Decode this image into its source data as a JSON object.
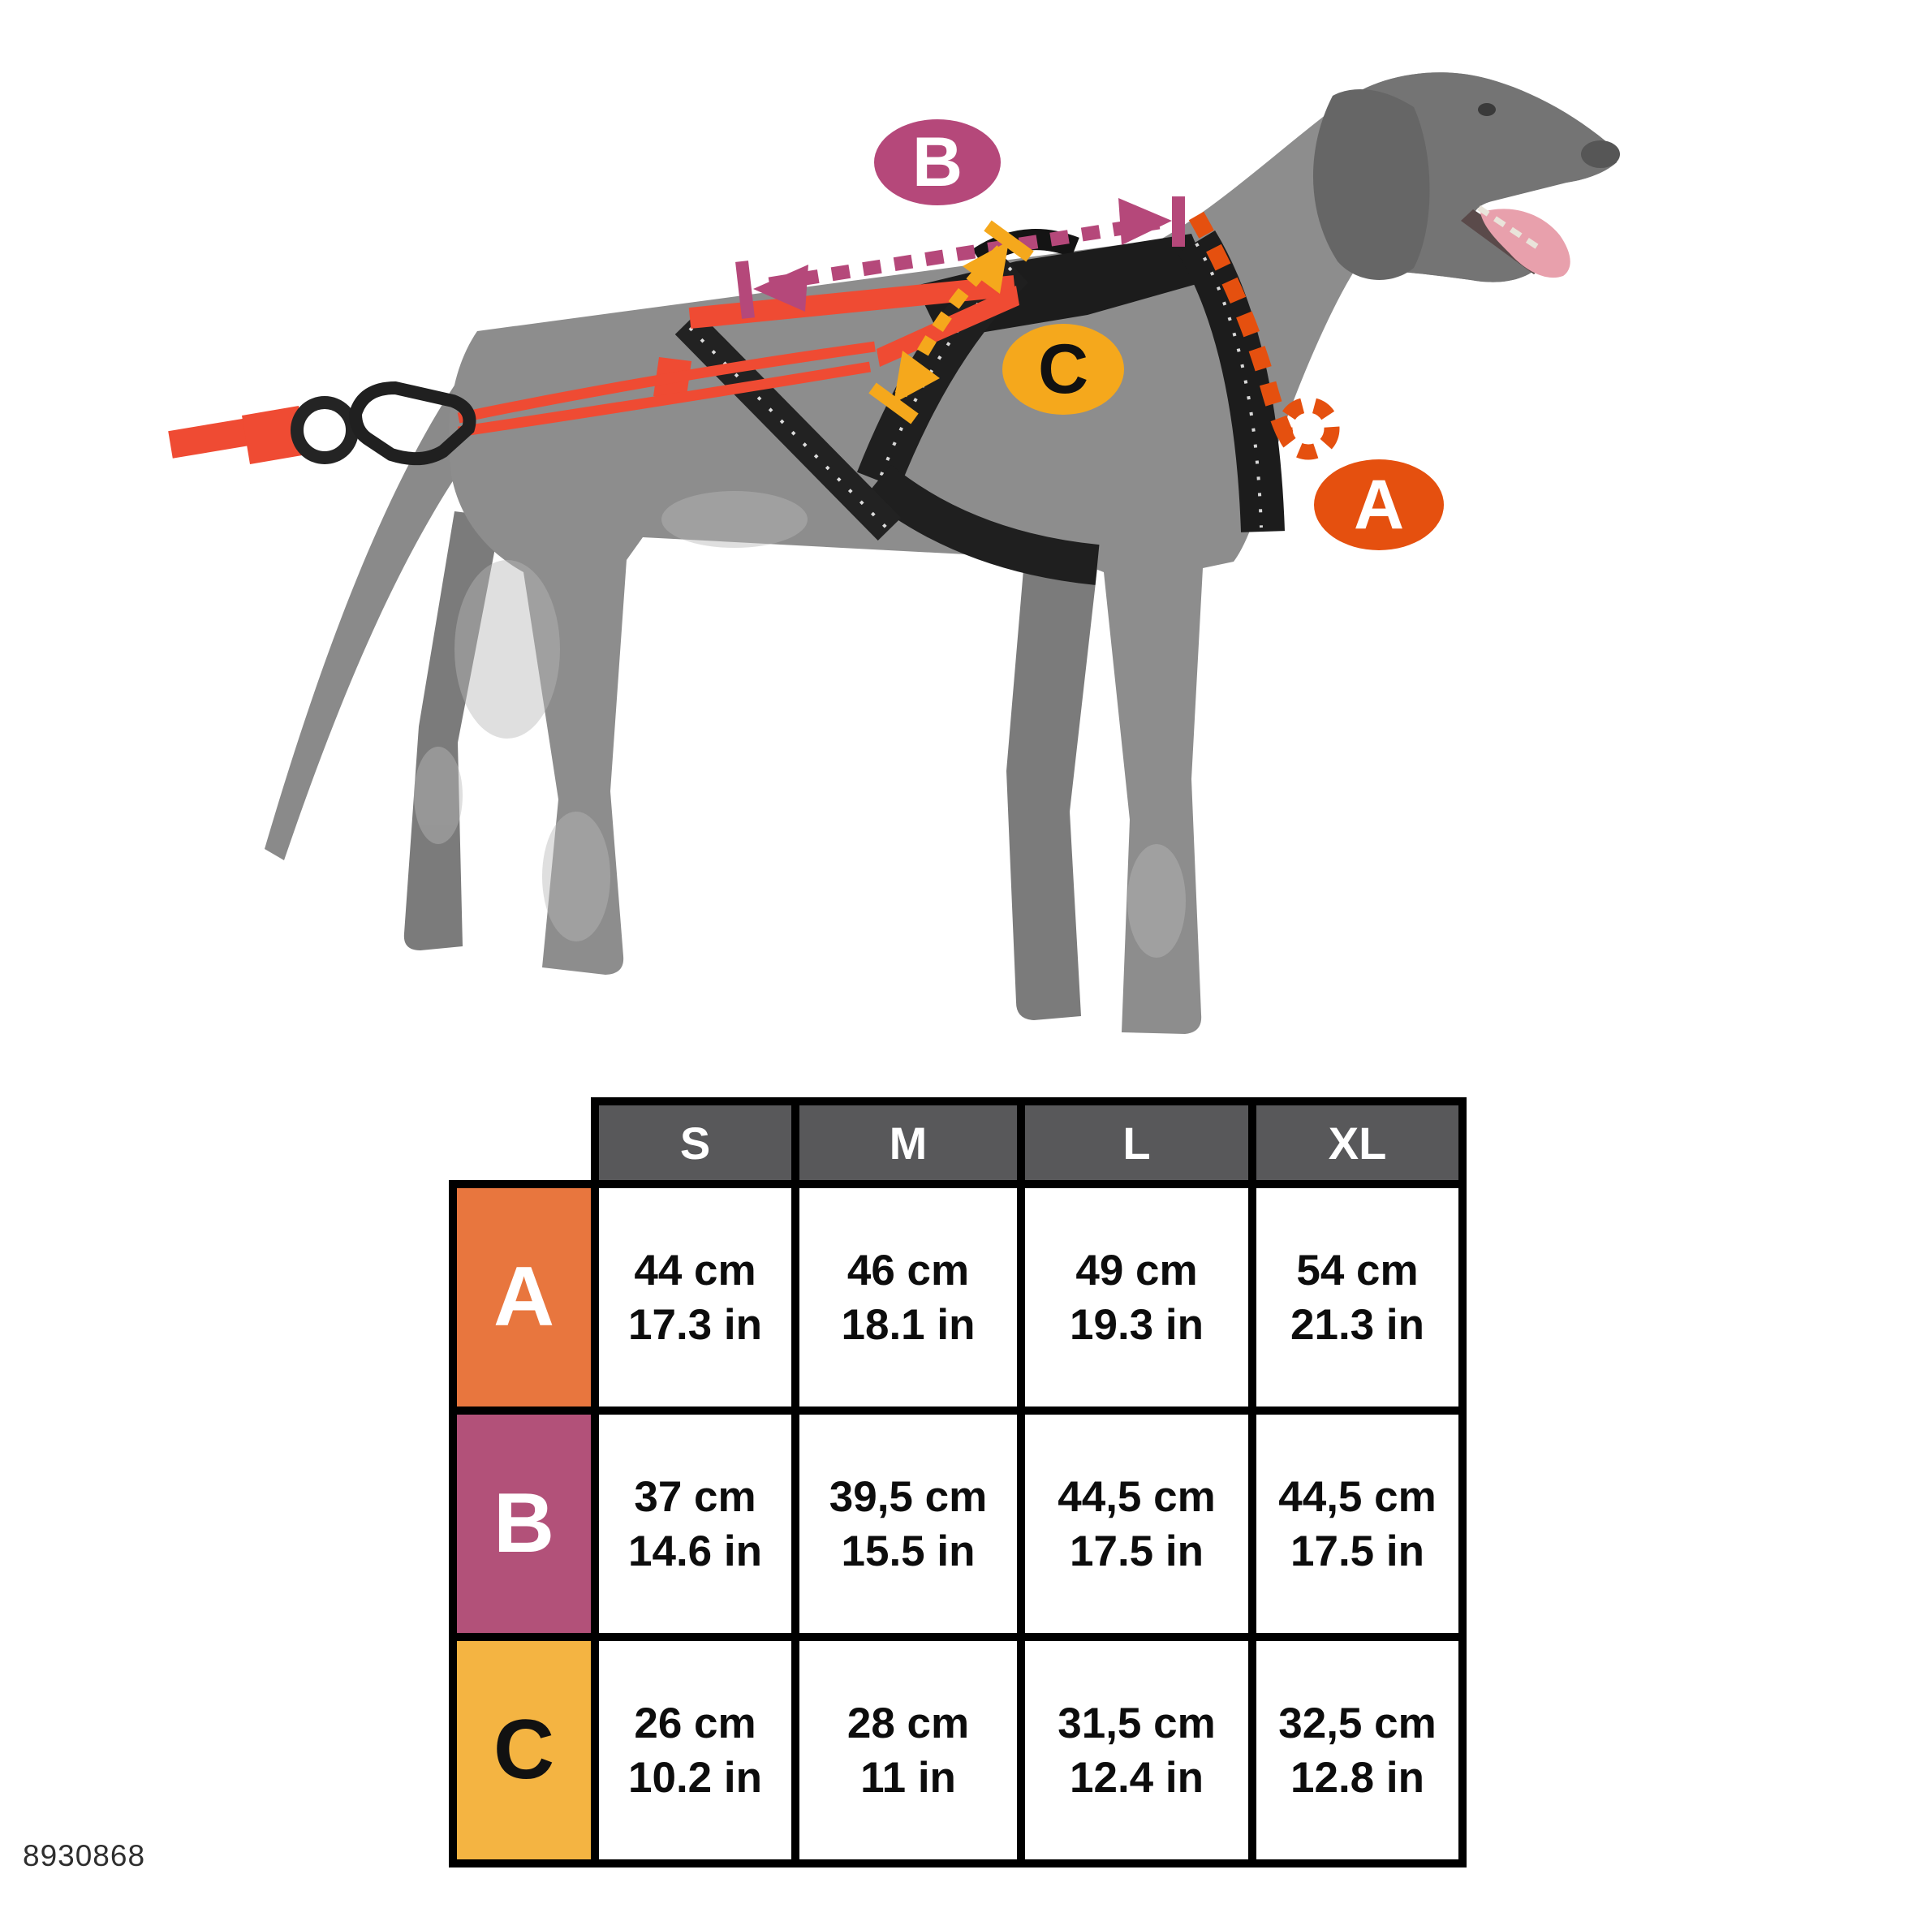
{
  "page": {
    "background": "#ffffff",
    "ref_number": "8930868"
  },
  "diagram": {
    "description": "Side view of a grey dog wearing a black canicross harness with red leash line; measurement arrows A (neck), B (back length), C (shoulder strap) indicated with dashed lines",
    "colors": {
      "dog_body": "#8d8d8d",
      "dog_head": "#747474",
      "harness_black": "#1c1c1c",
      "leash_red": "#ef4b33",
      "tongue_pink": "#e8a0ac",
      "measure_a": "#e5500f",
      "measure_b": "#b5487a",
      "measure_c": "#f5a81c"
    },
    "badges": [
      {
        "id": "A",
        "label": "A",
        "bg": "#e5500f",
        "fg": "#ffffff"
      },
      {
        "id": "B",
        "label": "B",
        "bg": "#b5487a",
        "fg": "#ffffff"
      },
      {
        "id": "C",
        "label": "C",
        "bg": "#f5a81c",
        "fg": "#111111"
      }
    ]
  },
  "table": {
    "header_bg": "#58585a",
    "header_fg": "#ffffff",
    "columns": [
      "S",
      "M",
      "L",
      "XL"
    ],
    "rows": [
      {
        "letter": "A",
        "bg": "#e8763e",
        "fg": "#ffffff",
        "values": [
          {
            "cm": "44 cm",
            "inch": "17.3 in"
          },
          {
            "cm": "46 cm",
            "inch": "18.1 in"
          },
          {
            "cm": "49 cm",
            "inch": "19.3 in"
          },
          {
            "cm": "54 cm",
            "inch": "21.3 in"
          }
        ]
      },
      {
        "letter": "B",
        "bg": "#b25179",
        "fg": "#ffffff",
        "values": [
          {
            "cm": "37 cm",
            "inch": "14.6 in"
          },
          {
            "cm": "39,5 cm",
            "inch": "15.5 in"
          },
          {
            "cm": "44,5 cm",
            "inch": "17.5 in"
          },
          {
            "cm": "44,5 cm",
            "inch": "17.5 in"
          }
        ]
      },
      {
        "letter": "C",
        "bg": "#f4b442",
        "fg": "#111111",
        "values": [
          {
            "cm": "26 cm",
            "inch": "10.2 in"
          },
          {
            "cm": "28 cm",
            "inch": "11 in"
          },
          {
            "cm": "31,5 cm",
            "inch": "12.4 in"
          },
          {
            "cm": "32,5 cm",
            "inch": "12.8 in"
          }
        ]
      }
    ]
  }
}
